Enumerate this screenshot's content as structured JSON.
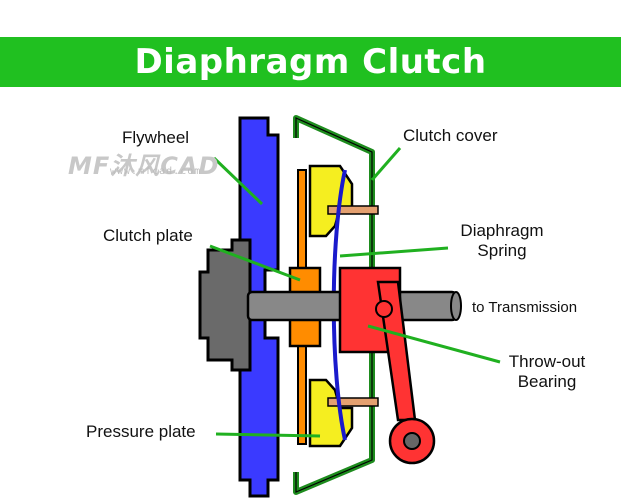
{
  "title": "Diaphragm Clutch",
  "labels": {
    "flywheel": "Flywheel",
    "clutch_cover": "Clutch cover",
    "clutch_plate": "Clutch plate",
    "diaphragm_spring_1": "Diaphragm",
    "diaphragm_spring_2": "Spring",
    "to_transmission": "to Transmission",
    "throw_out_1": "Throw-out",
    "throw_out_2": "Bearing",
    "pressure_plate": "Pressure plate"
  },
  "watermark": {
    "logo": "MF沐风CAD",
    "url": "www.mfcad.com"
  },
  "colors": {
    "title_bg": "#20c020",
    "leader": "#20b020",
    "flywheel": "#3a3aff",
    "hub": "#6a6a6a",
    "cover": "#1e8c1e",
    "pressure_plate": "#f5ee20",
    "clutch_disc": "#ff8c00",
    "spring": "#1a1acc",
    "bearing": "#ff3333",
    "shaft": "#888888"
  }
}
